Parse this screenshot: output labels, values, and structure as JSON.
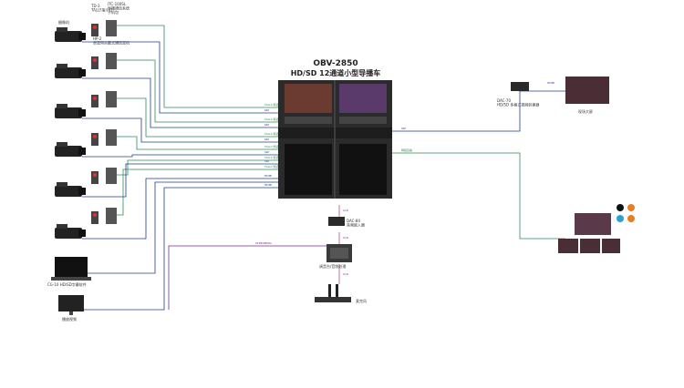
{
  "title": {
    "line1": "OBV-2850",
    "line2": "HD/SD 12通道小型导播车"
  },
  "top_legend": {
    "td": "TD-3\nTALLY指示灯",
    "itc": "ITC-100SL\n导播通话系统\n子机包",
    "hp": "HP-2\n单耳用头戴式通话耳机",
    "cam": "摄像机"
  },
  "cg_label": "CG-10 HD/SD字幕软件",
  "playback_label": "播放视频",
  "dac80": "DAC-80\n音频嵌入器",
  "mixer": "调音台/音频处理",
  "mic_label": "麦克风",
  "dac70": "DAC-70\nHD/SD 多格式视频转换器",
  "monitor_label": "现场大屏",
  "line_labels": {
    "tally": "TALLY/通话",
    "sdi": "SDI",
    "hdmi": "HDMI",
    "xlr": "XLR",
    "streaming": "STREAMING",
    "stream": "网络直播"
  },
  "colors": {
    "sdi": "#1f3d8a",
    "tally": "#2e8b57",
    "audio": "#7a2b8f",
    "audio_pink": "#c24a9a"
  }
}
